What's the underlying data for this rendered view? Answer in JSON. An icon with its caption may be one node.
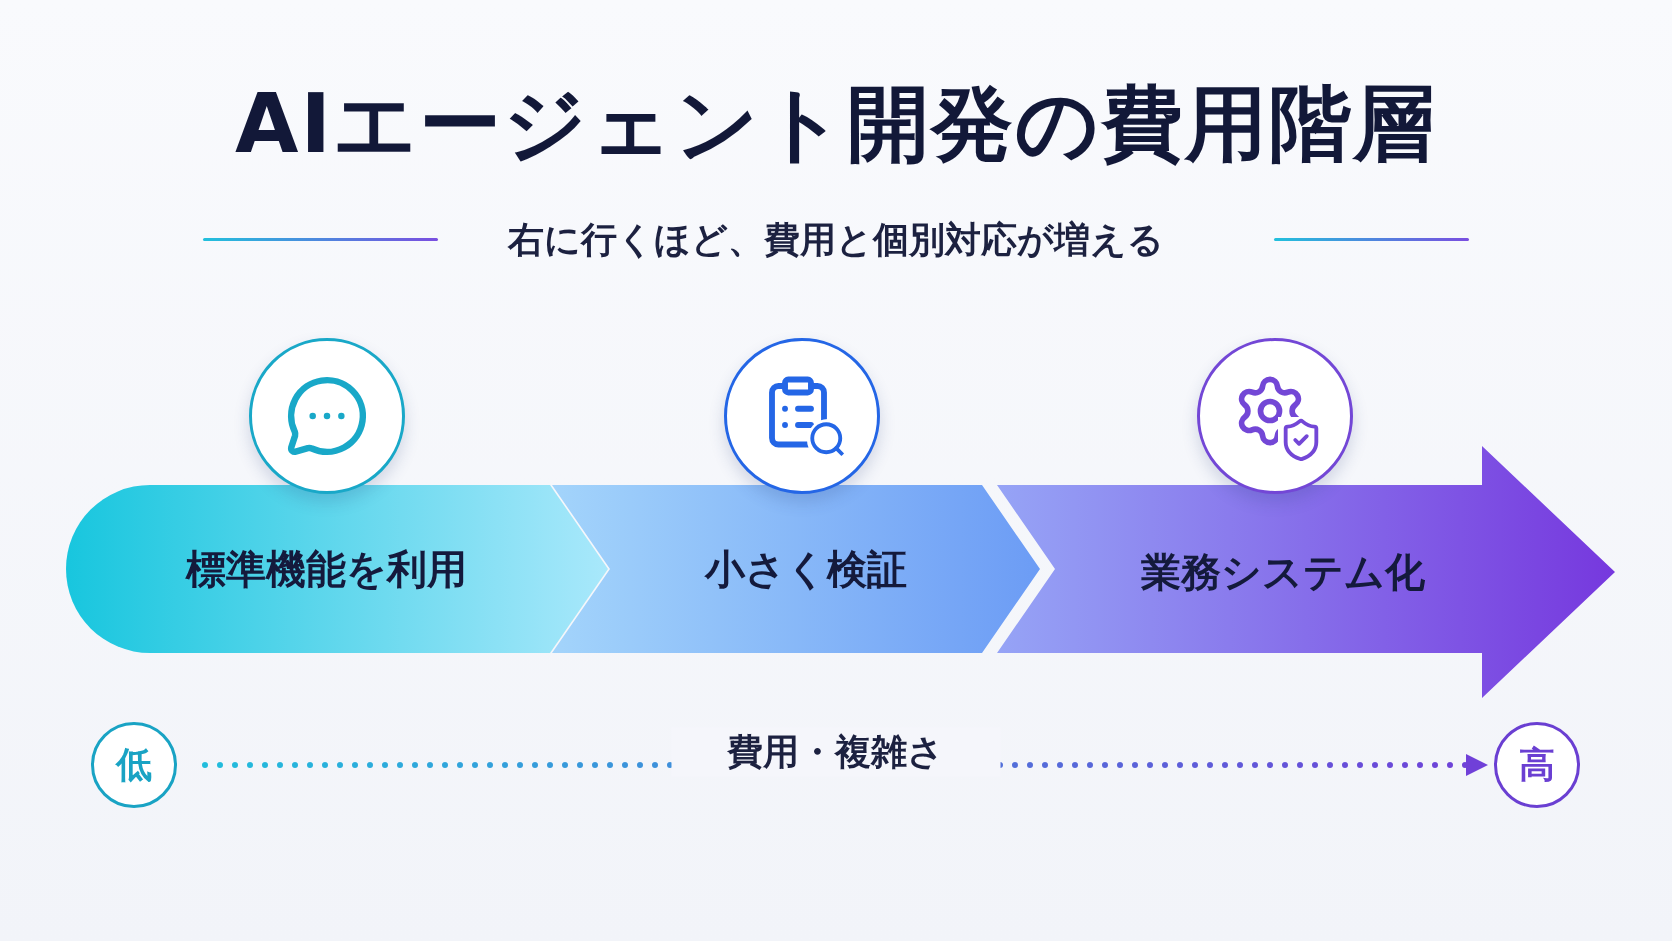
{
  "diagram": {
    "title": "AIエージェント開発の費用階層",
    "nodes": [
      {
        "text": [
          "標準機能を利用"
        ]
      },
      {
        "text": [
          "小さく検証"
        ]
      },
      {
        "text": [
          "業務システム化"
        ]
      },
      {
        "text": [
          "低"
        ]
      },
      {
        "text": [
          "高"
        ]
      }
    ],
    "edges": [
      {
        "from": 3,
        "to": 4,
        "arrow": "to",
        "style": "dashed",
        "label": "費用・複雑さ"
      }
    ],
    "labels": [
      "右に行くほど、費用と個別対応が増える"
    ]
  }
}
